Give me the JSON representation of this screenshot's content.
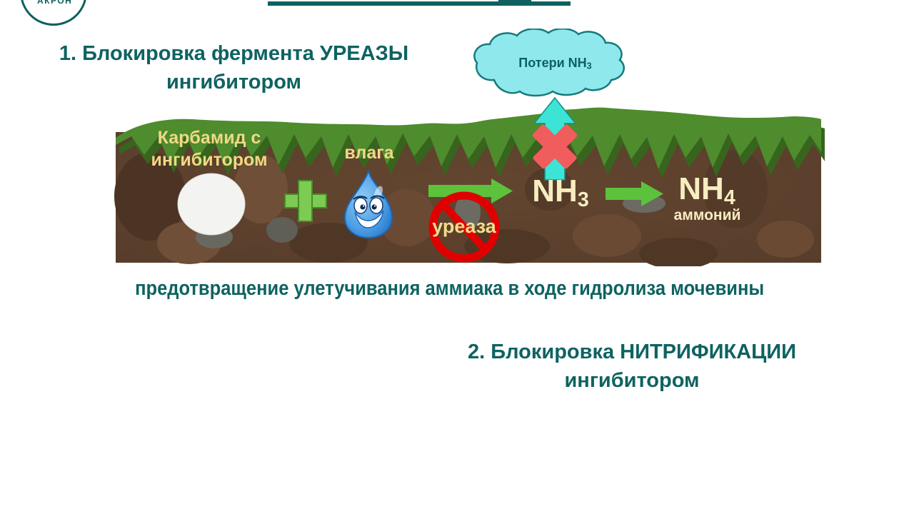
{
  "page": {
    "background": "#ffffff"
  },
  "header": {
    "logo_text": "АКРОН",
    "title_underline_color": "#0e6161"
  },
  "step1": {
    "line1": "1. Блокировка фермента УРЕАЗЫ",
    "line2": "ингибитором"
  },
  "cloud": {
    "label_base": "Потери NH",
    "label_sub": "3"
  },
  "soil": {
    "urea_label_line1": "Карбамид с",
    "urea_label_line2": "ингибитором",
    "moisture_label": "влага",
    "urease_label": "уреаза",
    "nh3_base": "NH",
    "nh3_sub": "3",
    "nh4_base": "NH",
    "nh4_sub": "4",
    "ammonium_label": "аммоний"
  },
  "caption": {
    "text": "предотвращение улетучивания аммиака в ходе гидролиза мочевины"
  },
  "step2": {
    "line1": "2. Блокировка НИТРИФИКАЦИИ",
    "line2": "ингибитором"
  },
  "icons": {
    "granule": "white-fertilizer-granule",
    "plus": "plus-icon",
    "water_drop": "smiling-water-drop",
    "ban": "prohibition-sign",
    "arrow_right": "green-right-arrow",
    "arrow_up": "cyan-up-arrow",
    "blocked_x": "red-x-mark",
    "cloud": "loss-cloud"
  },
  "colors": {
    "teal_text": "#0e6361",
    "soil_yellow": "#f0d985",
    "soil_cream": "#f8ecc1",
    "grass_main": "#4e8c2e",
    "grass_dark": "#38651d",
    "soil_brown": "#5d4130",
    "soil_dark": "#4b3423",
    "soil_light": "#6f4f38",
    "stone_grey": "#68685f",
    "green_accent": "#7ccb52",
    "ban_red": "#e00000",
    "x_red": "#f15c5c",
    "cyan_arrow": "#3be4d4",
    "cloud_fill": "#8fe9ec",
    "cloud_border": "#157a7e",
    "drop_blue": "#3f96e0"
  }
}
